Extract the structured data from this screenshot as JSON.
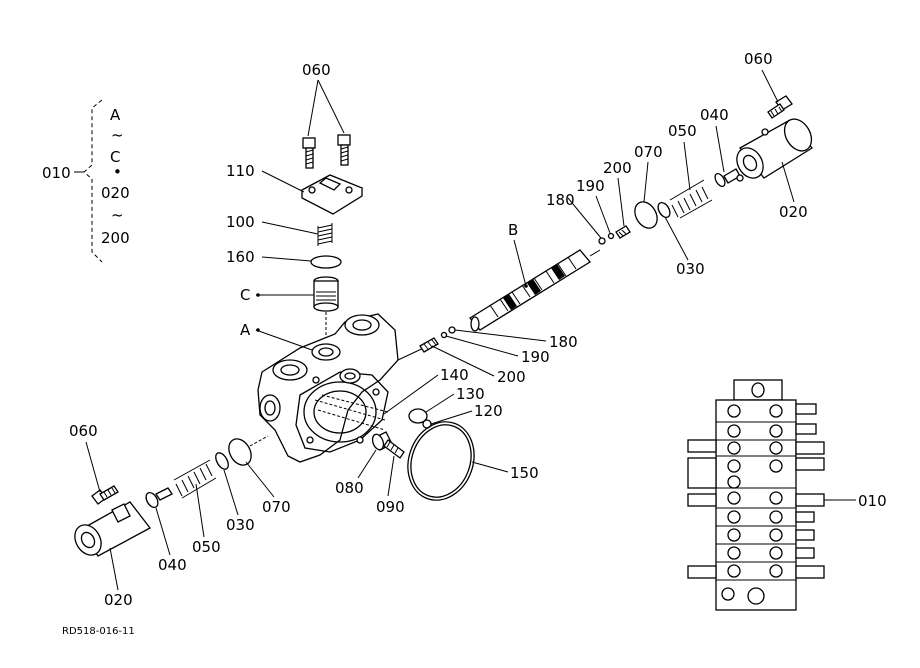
{
  "diagram": {
    "reference_code": "RD518-016-11",
    "group_labels": {
      "top": "A",
      "tilde1": "~",
      "mid": "C",
      "dot": "•",
      "code1": "020",
      "tilde2": "~",
      "code2": "200",
      "group": "010"
    },
    "parts": {
      "p060_top": "060",
      "p110": "110",
      "p100": "100",
      "p160": "160",
      "pC": "C",
      "pA": "A",
      "pB": "B",
      "p180_top": "180",
      "p190_top": "190",
      "p200_top": "200",
      "p070_top": "070",
      "p050_top": "050",
      "p040_top": "040",
      "p060_right": "060",
      "p020_right": "020",
      "p030_right": "030",
      "p180_mid": "180",
      "p190_mid": "190",
      "p200_mid": "200",
      "p140": "140",
      "p130": "130",
      "p120": "120",
      "p150": "150",
      "p080": "080",
      "p090": "090",
      "p060_left": "060",
      "p020_left": "020",
      "p040_left": "040",
      "p050_left": "050",
      "p030_left": "030",
      "p070_left": "070",
      "p010_right": "010"
    }
  }
}
